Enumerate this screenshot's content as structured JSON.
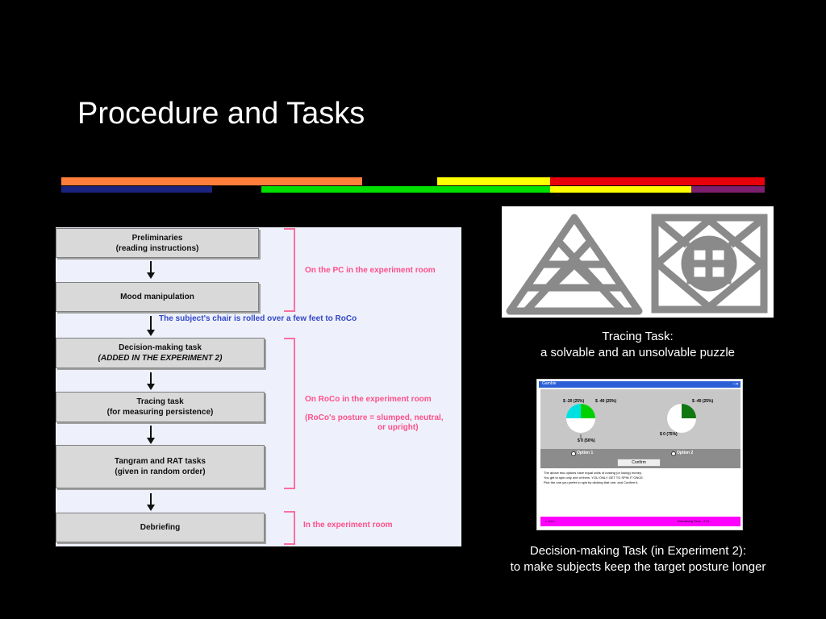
{
  "slide": {
    "title": "Procedure and Tasks",
    "stripe_colors": {
      "orange": "#ff7f3a",
      "navy": "#1a237e",
      "green": "#00e000",
      "yellow": "#ffff00",
      "red": "#e8000b",
      "purple": "#7b1f6e"
    }
  },
  "flowchart": {
    "boxes": [
      {
        "line1": "Preliminaries",
        "line2": "(reading instructions)"
      },
      {
        "line1": "Mood manipulation",
        "line2": ""
      },
      {
        "line1": "Decision-making task",
        "line2": "(ADDED IN THE EXPERIMENT 2)"
      },
      {
        "line1": "Tracing task",
        "line2": "(for measuring persistence)"
      },
      {
        "line1": "Tangram and RAT tasks",
        "line2": "(given in random order)"
      },
      {
        "line1": "Debriefing",
        "line2": ""
      }
    ],
    "chair_note": "The subject's chair is rolled over a few feet to RoCo",
    "bracket_notes": {
      "pc_room": "On the PC in the experiment room",
      "roco_room": "On RoCo in the experiment room",
      "posture_line1": "(RoCo's posture = slumped, neutral,",
      "posture_line2": "or upright)",
      "exp_room": "In the experiment room"
    },
    "colors": {
      "pink": "#ff4f8a",
      "blue": "#3348c8",
      "panel": "#eef1fb"
    }
  },
  "tracing": {
    "caption_line1": "Tracing Task:",
    "caption_line2": "a solvable and an unsolvable puzzle",
    "puzzle_color": "#8a8a8a"
  },
  "decision": {
    "caption_line1": "Decision-making Task (in Experiment 2):",
    "caption_line2": "to make subjects keep the target posture longer",
    "window_title": "Gamble",
    "pie1_labels": {
      "a": "$ -20 (25%)",
      "b": "$ -40 (25%)",
      "c": "$ 0 (50%)"
    },
    "pie2_labels": {
      "a": "$ -40 (25%)",
      "c": "$ 0 (75%)"
    },
    "option1": "Option 1",
    "option2": "Option 2",
    "confirm": "Confirm",
    "text_lines": [
      "The above two options have equal odds of costing (or losing) money.",
      "You get to spin only one of them.   YOU ONLY GET TO SPIN IT ONCE.",
      "Pick the one you prefer to spin by clicking that one, and Confirm it."
    ],
    "status_left": "< 1/4 >",
    "status_right": "Remaining Time : 2:11"
  }
}
